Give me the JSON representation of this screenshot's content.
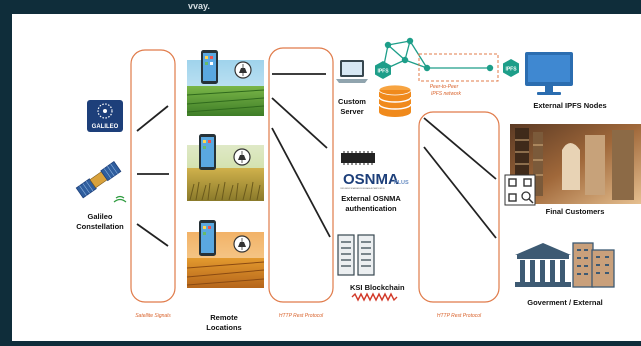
{
  "header": {
    "cut_text": "vvay."
  },
  "labels": {
    "galileo_logo": "GALILEO",
    "galileo_constellation_1": "Galileo",
    "galileo_constellation_2": "Constellation",
    "satellite_signals": "Satellite Signals",
    "remote_locations_1": "Remote",
    "remote_locations_2": "Locations",
    "http_rest_protocol_1": "HTTP Rest Protocol",
    "custom_server_1": "Custom",
    "custom_server_2": "Server",
    "ipfs_1": "IPFS",
    "ipfs_2": "IPFS",
    "p2p_1": "Peer-to-Peer",
    "p2p_2": "IPFS network",
    "external_ipfs_nodes": "External IPFS Nodes",
    "osnma_main": "OSNMA",
    "osnma_plus": "PLUS",
    "osnma_small": "OPEN SERVICE NAVIGATION MESSAGE AUTHENTICATION",
    "external_osnma_1": "External OSNMA",
    "external_osnma_2": "authentication",
    "ksi_blockchain": "KSI Blockchain",
    "http_rest_protocol_2": "HTTP Rest Protocol",
    "final_customers": "Final Customers",
    "government_external": "Goverment / External"
  },
  "colors": {
    "background": "#0f2d3a",
    "canvas": "#ffffff",
    "outline_orange": "#e07b4a",
    "protocol_text": "#d9622b",
    "network_teal": "#1d9e89",
    "database_orange": "#f08a1c",
    "monitor_blue": "#2b6db0",
    "galileo_navy": "#1d3f7a",
    "ksi_red": "#d23b2b"
  },
  "icons": [
    "galileo-logo-icon",
    "satellite-icon",
    "phone-field-icon",
    "laptop-icon",
    "ipfs-node-icon",
    "database-icon",
    "monitor-icon",
    "osnma-chip-icon",
    "server-rack-icon",
    "ksi-chain-icon",
    "warehouse-photo-icon",
    "qr-code-icon",
    "customers-icon",
    "government-building-icon",
    "city-building-icon"
  ]
}
